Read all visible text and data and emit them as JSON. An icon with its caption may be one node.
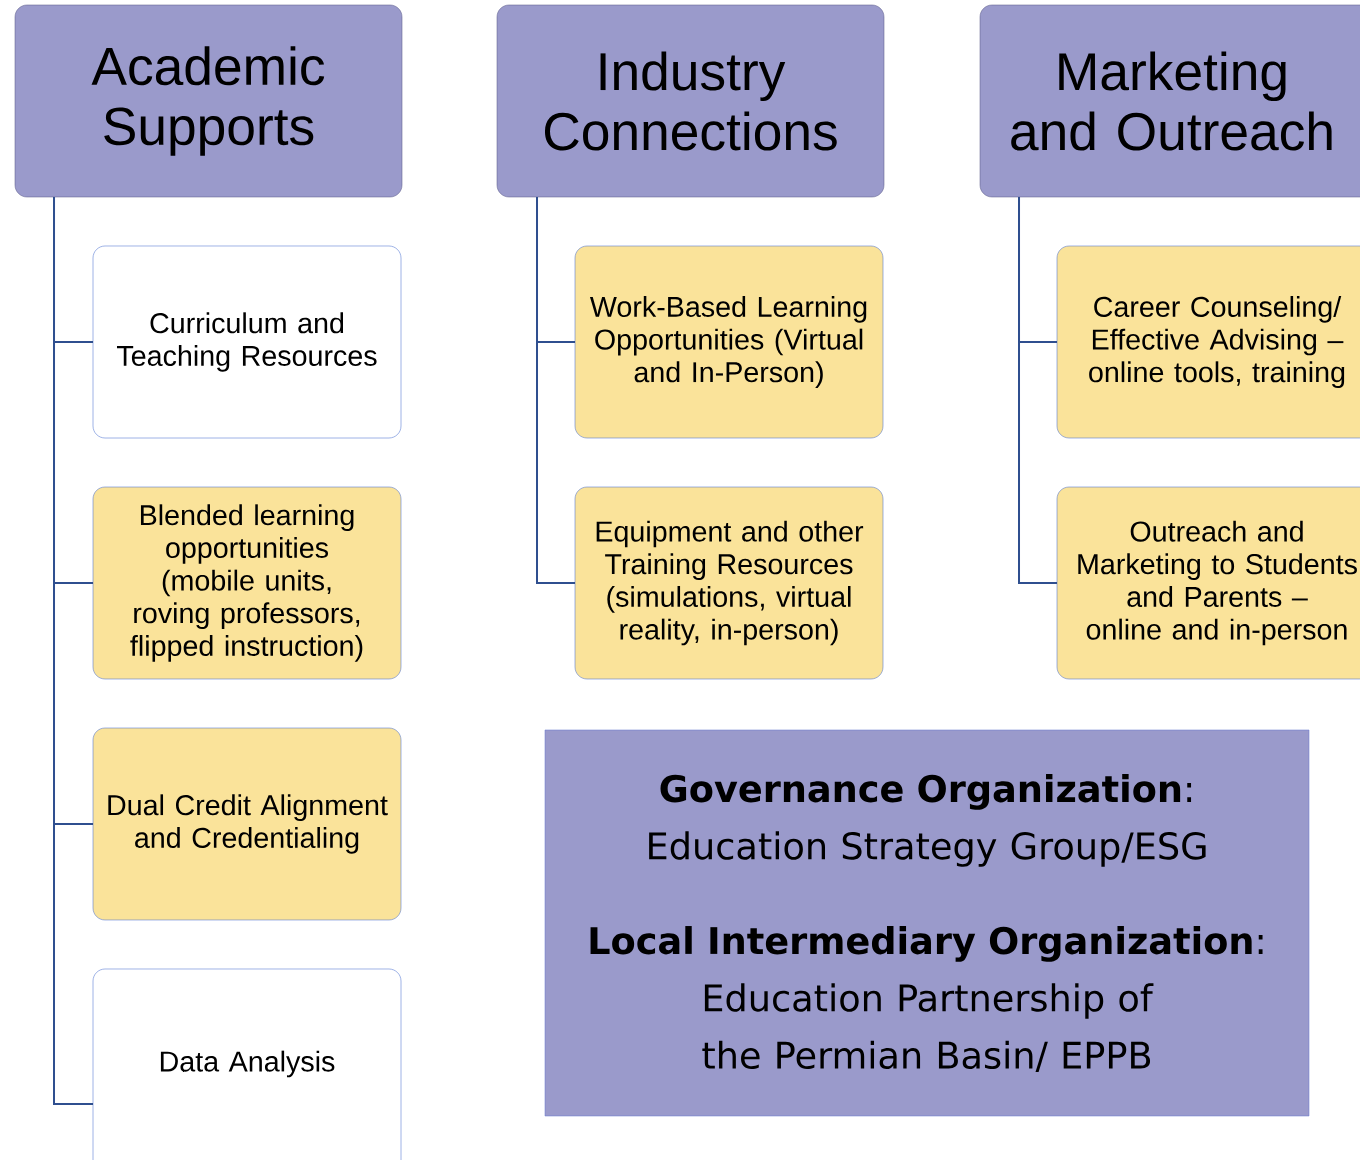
{
  "diagram": {
    "nodes": [
      {
        "text": [
          "Academic Supports"
        ]
      },
      {
        "text": [
          "Curriculum and Teaching Resources"
        ]
      },
      {
        "text": [
          "Blended learning opportunities (mobile units, roving professors, flipped instruction)"
        ]
      },
      {
        "text": [
          "Dual Credit Alignment and Credentialing"
        ]
      },
      {
        "text": [
          "Data Analysis"
        ]
      },
      {
        "text": [
          "Industry Connections"
        ]
      },
      {
        "text": [
          "Work-Based Learning Opportunities (Virtual and In-Person)"
        ]
      },
      {
        "text": [
          "Equipment and other Training Resources (simulations, virtual reality, in-person)"
        ]
      },
      {
        "text": [
          "Marketing and Outreach"
        ]
      },
      {
        "text": [
          "Career Counseling/ Effective Advising – online tools, training"
        ]
      },
      {
        "text": [
          "Outreach and Marketing to Students and Parents – online and in-person"
        ]
      },
      {
        "text": [
          "**Governance Organization**:",
          "Education Strategy Group/ESG",
          "**Local Intermediary Organization**:",
          "Education Partnership of the Permian Basin/ EPPB"
        ]
      }
    ],
    "edges": [
      {
        "from": 0,
        "to": 1,
        "arrow": "none"
      },
      {
        "from": 0,
        "to": 2,
        "arrow": "none"
      },
      {
        "from": 0,
        "to": 3,
        "arrow": "none"
      },
      {
        "from": 0,
        "to": 4,
        "arrow": "none"
      },
      {
        "from": 5,
        "to": 6,
        "arrow": "none"
      },
      {
        "from": 5,
        "to": 7,
        "arrow": "none"
      },
      {
        "from": 8,
        "to": 9,
        "arrow": "none"
      },
      {
        "from": 8,
        "to": 10,
        "arrow": "none"
      }
    ]
  }
}
